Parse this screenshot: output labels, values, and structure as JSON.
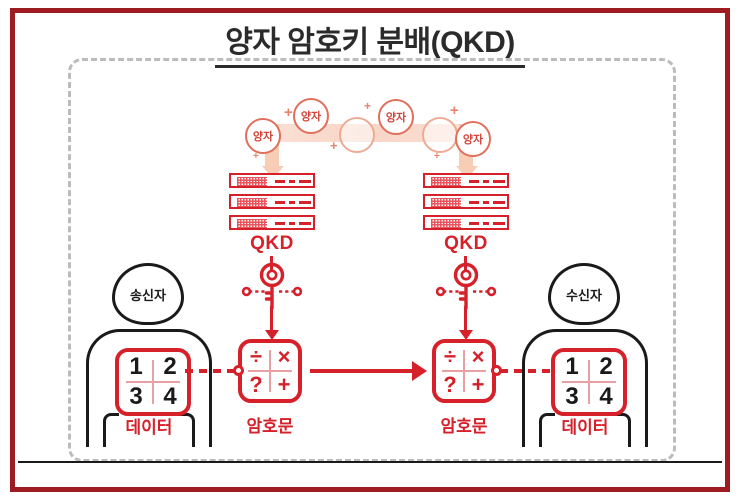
{
  "page": {
    "title": "양자 암호키 분배(QKD)",
    "colors": {
      "outer_frame": "#9e1b22",
      "dashed_frame": "#bcbcbc",
      "primary_red": "#d6202a",
      "photon_peach": "#f7cdb6",
      "photon_border": "#e0705c",
      "ink": "#1a1a1a"
    }
  },
  "photon_chain": {
    "quantum_label": "양자",
    "plus_label": "+",
    "nodes": [
      {
        "type": "labeled",
        "label": "양자"
      },
      {
        "type": "labeled",
        "label": "양자"
      },
      {
        "type": "empty",
        "label": ""
      },
      {
        "type": "labeled",
        "label": "양자"
      },
      {
        "type": "empty",
        "label": ""
      },
      {
        "type": "labeled",
        "label": "양자"
      }
    ],
    "plus_count": 4
  },
  "qkd": {
    "left": {
      "label": "QKD"
    },
    "right": {
      "label": "QKD"
    }
  },
  "cipher": {
    "left": {
      "label": "암호문",
      "cells": [
        "÷",
        "×",
        "?",
        "+"
      ]
    },
    "right": {
      "label": "암호문",
      "cells": [
        "÷",
        "×",
        "?",
        "+"
      ]
    }
  },
  "actors": {
    "sender": {
      "head_label": "송신자",
      "data_label": "데이터",
      "data_cells": [
        "1",
        "2",
        "3",
        "4"
      ]
    },
    "receiver": {
      "head_label": "수신자",
      "data_label": "데이터",
      "data_cells": [
        "1",
        "2",
        "3",
        "4"
      ]
    }
  }
}
